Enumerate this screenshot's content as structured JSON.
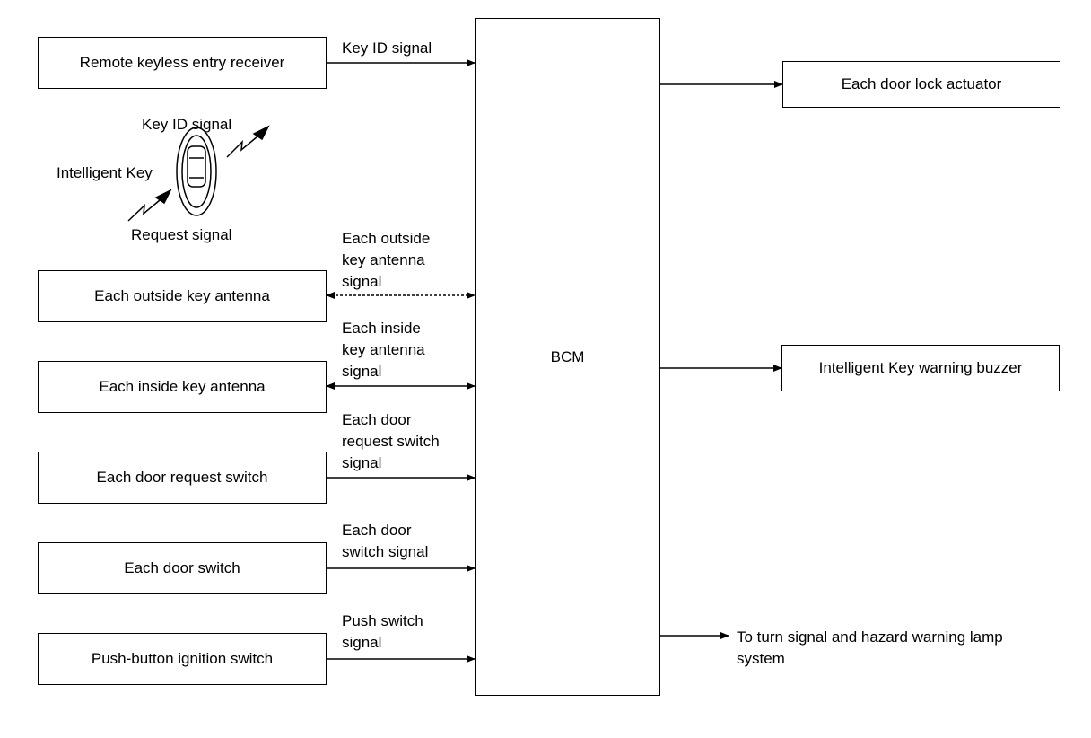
{
  "left_boxes": {
    "rke": "Remote keyless entry receiver",
    "outside_antenna": "Each outside key antenna",
    "inside_antenna": "Each inside key antenna",
    "door_request": "Each door request switch",
    "door_switch": "Each door switch",
    "push_ignition": "Push-button ignition switch"
  },
  "signals": {
    "key_id": "Key ID signal",
    "outside_antenna": "Each outside\nkey antenna\nsignal",
    "inside_antenna": "Each inside\nkey antenna\nsignal",
    "door_request": "Each door\nrequest switch\nsignal",
    "door_switch": "Each door\nswitch signal",
    "push_switch": "Push switch\nsignal"
  },
  "intelligent_key": {
    "key_id_label": "Key ID signal",
    "name_label": "Intelligent Key",
    "request_label": "Request signal"
  },
  "bcm": {
    "label": "BCM"
  },
  "right_boxes": {
    "door_lock": "Each door lock actuator",
    "warning_buzzer": "Intelligent Key warning buzzer"
  },
  "outputs": {
    "turn_signal": "To turn signal and hazard warning lamp\nsystem"
  }
}
